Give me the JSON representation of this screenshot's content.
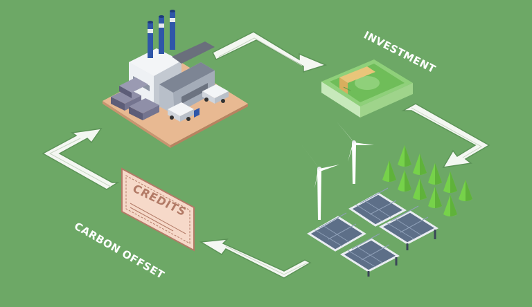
{
  "diagram": {
    "labels": {
      "investment": "INVESTMENT",
      "carbon_offset": "CARBON OFFSET",
      "certificate": "CREDITS"
    },
    "colors": {
      "background": "#6da866",
      "arrow_fill": "#f4f7f2",
      "arrow_stroke": "#5c9357",
      "money": "#8fd07a",
      "certificate": "#f6d9c9",
      "tree": "#76d24a",
      "panel": "#5d6f88"
    },
    "icons": [
      "factory-icon",
      "money-icon",
      "wind-turbine-icon",
      "tree-icon",
      "solar-panel-icon",
      "certificate-icon"
    ]
  }
}
